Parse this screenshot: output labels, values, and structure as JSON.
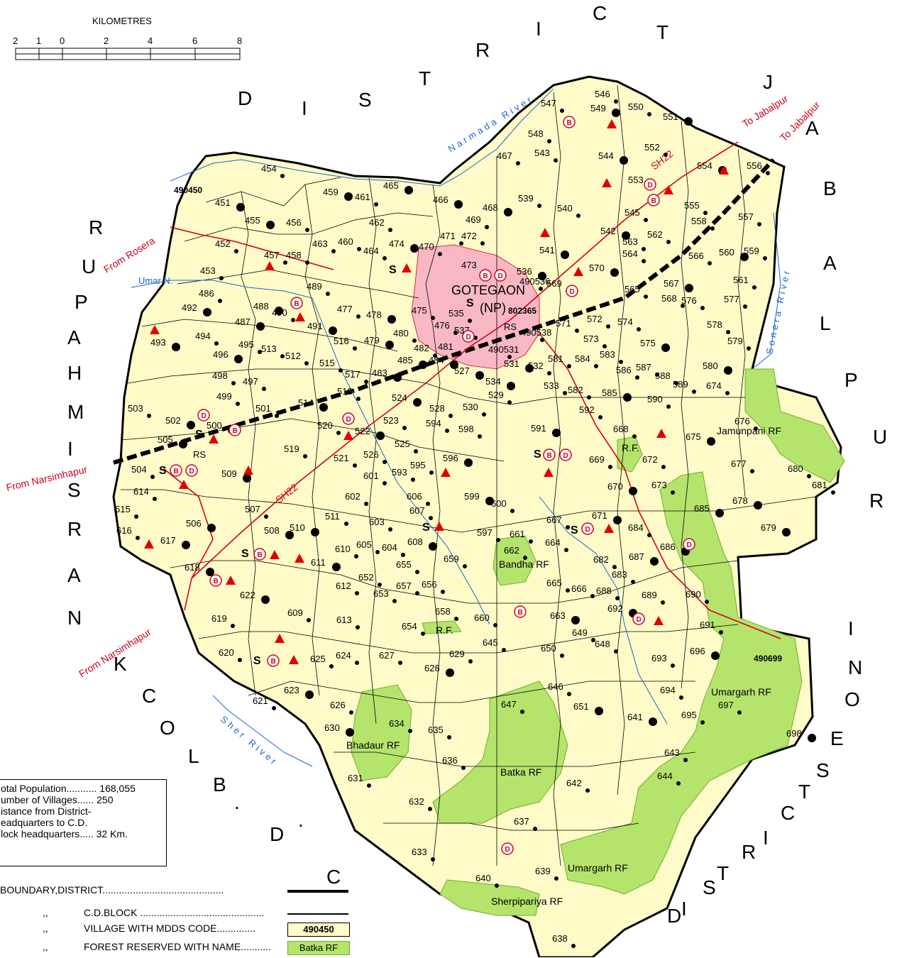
{
  "scale": {
    "title": "KILOMETRES",
    "ticks": [
      "2",
      "1",
      "0",
      "2",
      "4",
      "6",
      "8"
    ]
  },
  "border_letters": {
    "north": [
      "D",
      "I",
      "S",
      "T",
      "R",
      "I",
      "C",
      "T"
    ],
    "east": [
      "J",
      "A",
      "B",
      "A",
      "L",
      "P",
      "U",
      "R"
    ],
    "west": [
      "N",
      "A",
      "R",
      "S",
      "I",
      "M",
      "H",
      "A",
      "P",
      "U",
      "R"
    ],
    "southwest": [
      "C",
      ".",
      "D",
      ".",
      "B",
      "L",
      "O",
      "C",
      "K"
    ],
    "southeast": [
      "S",
      "E",
      "O",
      "N",
      "I",
      "D",
      "I",
      "S",
      "T",
      "R",
      "I",
      "C",
      "T"
    ]
  },
  "roads": {
    "from_rosera": "From Rosera",
    "from_narsimhapur_1": "From Narsimhapur",
    "from_narsimhapur_2": "From Narsimhapur",
    "to_jabalpur_1": "To Jabalpur",
    "to_jabalpur_2": "To Jabalpur",
    "sh22_a": "SH22",
    "sh22_b": "SH22"
  },
  "rivers": {
    "narmada": "Narmada River",
    "umar": "Umar N.",
    "sonera": "Sonera River",
    "sher": "Sher River"
  },
  "town": {
    "name": "GOTEGAON",
    "type": "(NP)",
    "code": "802365",
    "rs": "RS",
    "rs_west": "RS"
  },
  "forests": {
    "jamunpani": "Jamunpani RF",
    "rf1": "R.F.",
    "rf2": "R.F.",
    "bandha": "Bandha RF",
    "bhadaur": "Bhadaur RF",
    "batka": "Batka RF",
    "umargarh1": "Umargarh RF",
    "umargarh2": "Umargarh RF",
    "sherpipariya": "Sherpipariya RF"
  },
  "village_codes": {
    "west": "490450",
    "east": "490699"
  },
  "villages": [
    "451",
    "452",
    "453",
    "454",
    "455",
    "456",
    "457",
    "458",
    "459",
    "460",
    "461",
    "462",
    "463",
    "464",
    "465",
    "466",
    "467",
    "468",
    "469",
    "470",
    "471",
    "472",
    "473",
    "474",
    "475",
    "476",
    "477",
    "478",
    "479",
    "480",
    "481",
    "482",
    "483",
    "484",
    "485",
    "486",
    "487",
    "488",
    "489",
    "490",
    "491",
    "492",
    "493",
    "494",
    "495",
    "496",
    "497",
    "498",
    "499",
    "500",
    "501",
    "502",
    "503",
    "504",
    "505",
    "506",
    "507",
    "508",
    "509",
    "510",
    "511",
    "512",
    "513",
    "514",
    "515",
    "516",
    "517",
    "518",
    "519",
    "520",
    "521",
    "522",
    "523",
    "524",
    "525",
    "526",
    "527",
    "528",
    "529",
    "530",
    "531",
    "532",
    "533",
    "534",
    "536",
    "539",
    "540",
    "541",
    "542",
    "543",
    "544",
    "545",
    "546",
    "547",
    "548",
    "549",
    "550",
    "551",
    "552",
    "553",
    "554",
    "555",
    "556",
    "557",
    "558",
    "559",
    "560",
    "561",
    "562",
    "563",
    "564",
    "565",
    "566",
    "567",
    "568",
    "569",
    "570",
    "571",
    "572",
    "573",
    "574",
    "575",
    "576",
    "577",
    "578",
    "579",
    "580",
    "581",
    "582",
    "583",
    "584",
    "585",
    "586",
    "587",
    "588",
    "589",
    "590",
    "591",
    "592",
    "593",
    "594",
    "595",
    "596",
    "597",
    "598",
    "599",
    "600",
    "601",
    "602",
    "603",
    "604",
    "605",
    "606",
    "607",
    "608",
    "609",
    "610",
    "611",
    "612",
    "613",
    "614",
    "615",
    "616",
    "617",
    "618",
    "619",
    "620",
    "621",
    "622",
    "623",
    "624",
    "625",
    "626",
    "627",
    "628",
    "629",
    "630",
    "631",
    "632",
    "633",
    "634",
    "635",
    "636",
    "637",
    "638",
    "639",
    "640",
    "641",
    "642",
    "643",
    "644",
    "645",
    "646",
    "647",
    "648",
    "649",
    "650",
    "651",
    "652",
    "653",
    "654",
    "655",
    "656",
    "657",
    "658",
    "659",
    "660",
    "661",
    "662",
    "663",
    "664",
    "665",
    "666",
    "667",
    "668",
    "669",
    "670",
    "671",
    "672",
    "673",
    "674",
    "675",
    "676",
    "677",
    "678",
    "679",
    "680",
    "681",
    "682",
    "683",
    "684",
    "685",
    "686",
    "687",
    "688",
    "689",
    "690",
    "691",
    "692",
    "693",
    "694",
    "695",
    "696",
    "697",
    "698",
    "535",
    "537",
    "490536",
    "490538",
    "490531"
  ],
  "info": {
    "population": "otal Population........... 168,055",
    "villages": "umber of Villages...... 250",
    "distance_1": "istance from District-",
    "distance_2": "eadquarters to C.D.",
    "distance_3": "lock headquarters..... 32 Km."
  },
  "legend": {
    "boundary_district": "BOUNDARY,DISTRICT............................................",
    "cd_block_prefix": ",,",
    "cd_block": "C.D.BLOCK .............................................",
    "village_prefix": ",,",
    "village": "VILLAGE WITH MDDS CODE..............",
    "village_sample": "490450",
    "forest_prefix": ",,",
    "forest": "FOREST RESERVED WITH NAME...........",
    "forest_sample": "Batka RF"
  },
  "symbol_letters": {
    "s": "S",
    "b": "B",
    "d": "D"
  },
  "colors": {
    "land": "#fffbc8",
    "forest": "#b5e46d",
    "town": "#f7b8c4",
    "road": "#d0021b",
    "river": "#1a66c9"
  }
}
